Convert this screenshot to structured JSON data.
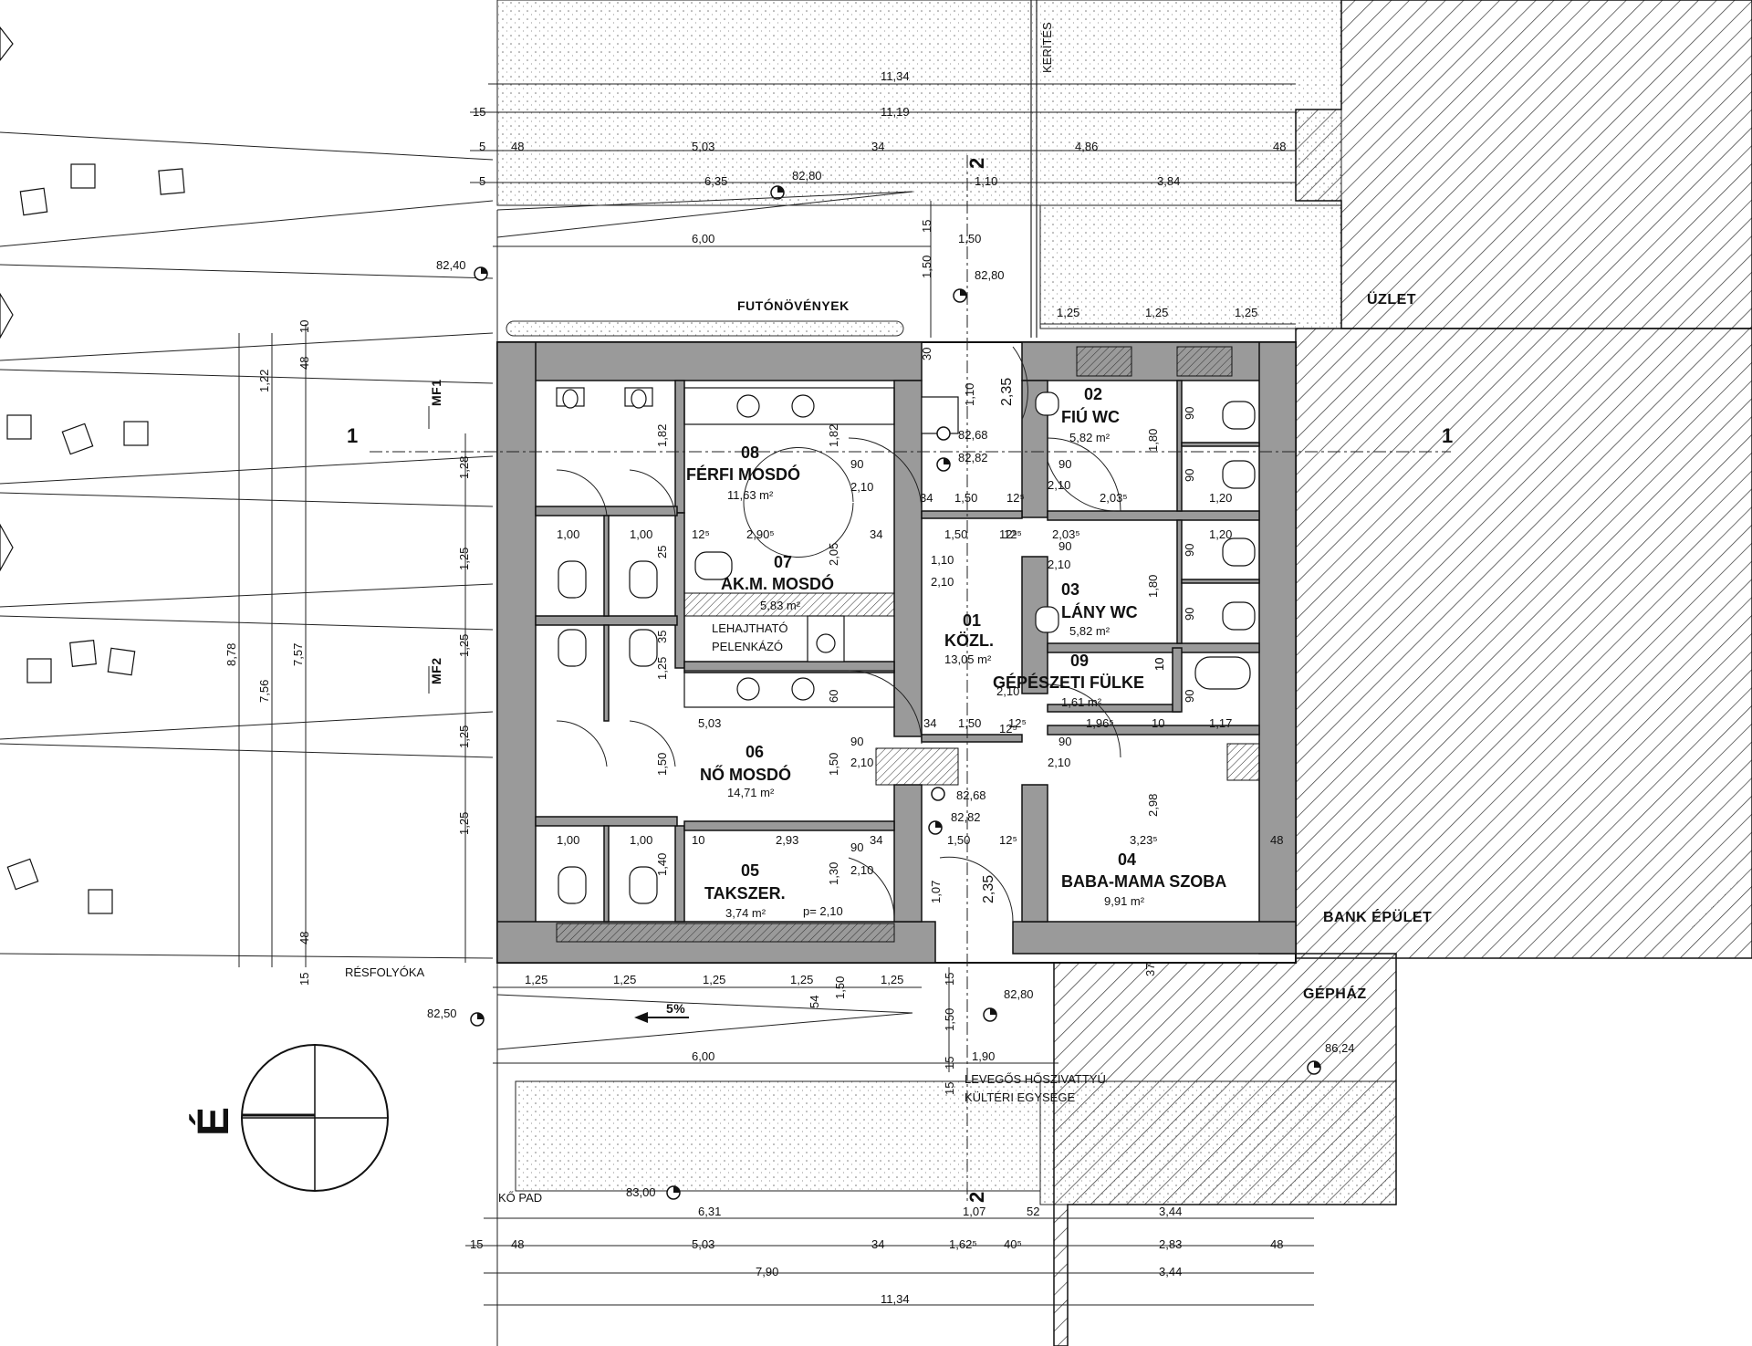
{
  "rooms": [
    {
      "id": "r01",
      "number": "01",
      "name": "KÖZL.",
      "area": "13,05 m²"
    },
    {
      "id": "r02",
      "number": "02",
      "name": "FIÚ WC",
      "area": "5,82 m²"
    },
    {
      "id": "r03",
      "number": "03",
      "name": "LÁNY WC",
      "area": "5,82 m²"
    },
    {
      "id": "r04",
      "number": "04",
      "name": "BABA-MAMA SZOBA",
      "area": "9,91 m²"
    },
    {
      "id": "r05",
      "number": "05",
      "name": "TAKSZER.",
      "area": "3,74 m²"
    },
    {
      "id": "r06",
      "number": "06",
      "name": "NŐ MOSDÓ",
      "area": "14,71 m²"
    },
    {
      "id": "r07",
      "number": "07",
      "name": "AK.M. MOSDÓ",
      "area": "5,83 m²"
    },
    {
      "id": "r08",
      "number": "08",
      "name": "FÉRFI MOSDÓ",
      "area": "11,63 m²"
    },
    {
      "id": "r09",
      "number": "09",
      "name": "GÉPÉSZETI FÜLKE",
      "area": "1,61 m²"
    }
  ],
  "labels": {
    "futonovenyek": "FUTÓNÖVÉNYEK",
    "uzlet": "ÜZLET",
    "kerites": "KERÍTÉS",
    "bank": "BANK ÉPÜLET",
    "gephaz": "GÉPHÁZ",
    "resfolyoka": "RÉSFOLYÓKA",
    "ko_pad": "KŐ PAD",
    "levegos1": "LEVEGŐS HŐSZIVATTYÚ",
    "levegos2": "KÜLTÉRI EGYSÉGE",
    "lehajthato1": "LEHAJTHATÓ",
    "lehajthato2": "PELENKÁZÓ",
    "mf1": "MF1",
    "mf2": "MF2",
    "section1": "1",
    "section2": "2",
    "north": "É",
    "slope": "5%",
    "p_value": "p= 2,10"
  },
  "levels": [
    {
      "id": "lv1",
      "value": "82,80"
    },
    {
      "id": "lv2",
      "value": "82,40"
    },
    {
      "id": "lv3",
      "value": "82,80"
    },
    {
      "id": "lv4",
      "value": "82,68"
    },
    {
      "id": "lv5",
      "value": "82,82"
    },
    {
      "id": "lv6",
      "value": "82,68"
    },
    {
      "id": "lv7",
      "value": "82,82"
    },
    {
      "id": "lv8",
      "value": "82,80"
    },
    {
      "id": "lv9",
      "value": "82,50"
    },
    {
      "id": "lv10",
      "value": "86,24"
    },
    {
      "id": "lv11",
      "value": "83,00"
    }
  ],
  "dims": {
    "t1": "11,34",
    "t2": "15",
    "t3": "11,19",
    "t4": "5",
    "t5": "48",
    "t6": "5,03",
    "t7": "34",
    "t8": "4,86",
    "t9": "48",
    "t10": "5",
    "t11": "6,35",
    "t12": "1,10",
    "t13": "3,84",
    "t14": "6,00",
    "t15": "15",
    "t16": "1,50",
    "t17": "1,50",
    "t18": "1,25",
    "t19": "1,25",
    "t20": "1,25",
    "t21": "30",
    "b1": "1,25",
    "b2": "1,25",
    "b3": "1,25",
    "b4": "1,25",
    "b5": "1,25",
    "b6": "15",
    "b7": "54",
    "b8": "1,50",
    "b9": "1,50",
    "b10": "15",
    "b11": "6,00",
    "b12": "1,90",
    "b13": "15",
    "bb1": "6,31",
    "bb2": "1,07",
    "bb3": "52",
    "bb4": "3,44",
    "bb5": "15",
    "bb6": "48",
    "bb7": "5,03",
    "bb8": "34",
    "bb9": "1,62⁵",
    "bb10": "40⁵",
    "bb11": "2,83",
    "bb12": "48",
    "bb13": "7,90",
    "bb14": "3,44",
    "bb15": "11,34",
    "l1": "8,78",
    "l2": "7,56",
    "l3": "7,57",
    "l4": "1,22",
    "l5": "48",
    "l6": "10",
    "l7": "48",
    "l8": "15",
    "lc1": "1,28",
    "lc2": "1,25",
    "lc3": "1,25",
    "lc4": "1,25",
    "lc5": "1,25",
    "i1": "1,82",
    "i2": "1,82",
    "i3": "90",
    "i4": "2,10",
    "i5": "34",
    "i6": "1,50",
    "i7": "12⁵",
    "i8": "90",
    "i9": "2,10",
    "i10": "2,03⁵",
    "i11": "1,10",
    "i12": "2,35",
    "i13": "1,80",
    "i14": "90",
    "i15": "90",
    "i16": "1,20",
    "i17": "1,00",
    "i18": "1,00",
    "i19": "25",
    "i20": "12⁵",
    "i21": "2,90⁵",
    "i22": "2,05",
    "i23": "34",
    "i24": "1,50",
    "i25": "12⁵",
    "i26": "2,03⁵",
    "i27": "1,10",
    "i28": "2,10",
    "i29": "90",
    "i30": "2,10",
    "i31": "1,20",
    "i32": "90",
    "i33": "90",
    "i34": "1,80",
    "i35": "35",
    "i36": "1,25",
    "i37": "60",
    "i38": "2,10",
    "i39": "10",
    "i40": "5,03",
    "i41": "34",
    "i42": "1,50",
    "i43": "12⁵",
    "i44": "1,96⁵",
    "i45": "10",
    "i46": "1,17",
    "i47": "90",
    "i48": "2,10",
    "i49": "90",
    "i50": "2,10",
    "i51": "1,50",
    "i52": "1,50",
    "i53": "2,98",
    "i54": "1,00",
    "i55": "1,00",
    "i56": "10",
    "i57": "2,93",
    "i58": "90",
    "i59": "34",
    "i60": "2,10",
    "i61": "1,50",
    "i62": "12⁵",
    "i63": "3,23⁵",
    "i64": "48",
    "i65": "1,40",
    "i66": "1,30",
    "i67": "1,07",
    "i68": "2,35",
    "i69": "37",
    "i70": "12⁵",
    "i71": "12⁵",
    "i72": "90",
    "i73": "10"
  }
}
